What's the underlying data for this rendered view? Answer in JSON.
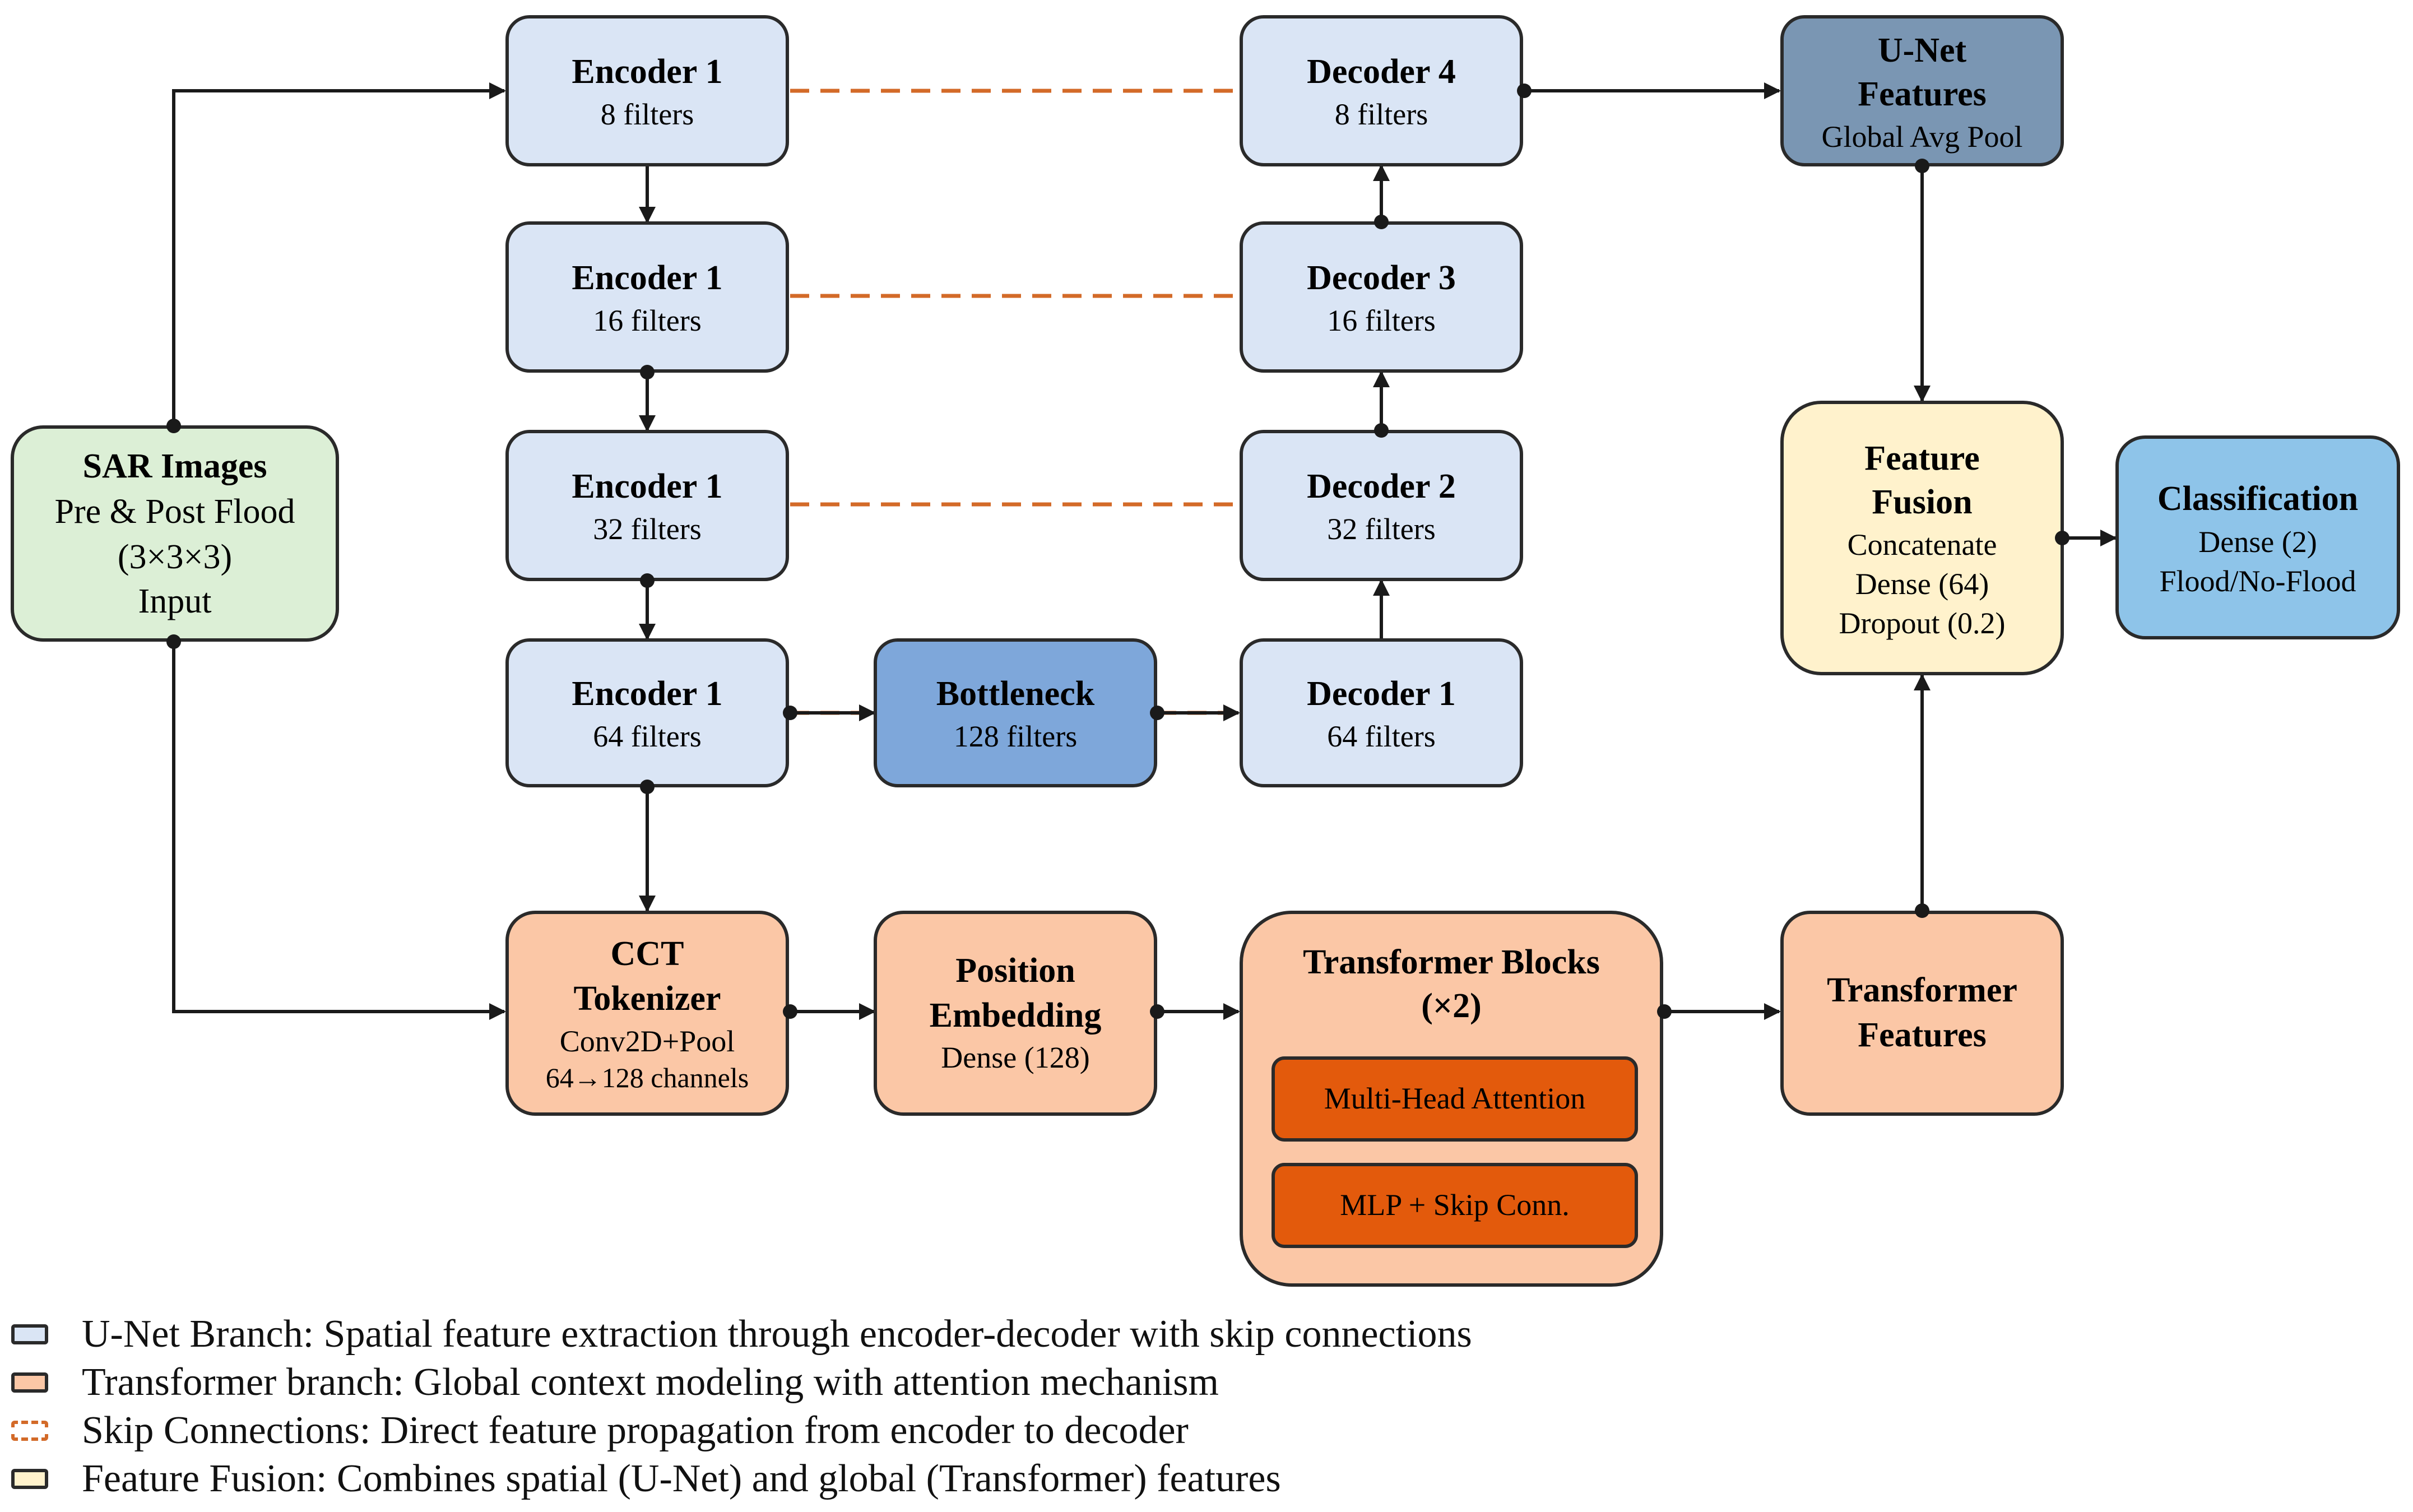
{
  "colors": {
    "unet": "#dae5f5",
    "unet_dark": "#7a96b3",
    "bottleneck": "#7ea7da",
    "transformer": "#fbc7a6",
    "transformer_inner": "#e35a0c",
    "input": "#dcefd6",
    "fusion": "#fff2cc",
    "classification": "#8ec4e9",
    "skip": "#d36a28",
    "stroke": "#2a2a2a"
  },
  "nodes": {
    "sar": {
      "title": "SAR Images",
      "lines": [
        "Pre & Post Flood",
        "(3×3×3)",
        "Input"
      ]
    },
    "enc1": {
      "title": "Encoder 1",
      "sub": "8 filters"
    },
    "enc2": {
      "title": "Encoder 1",
      "sub": "16 filters"
    },
    "enc3": {
      "title": "Encoder 1",
      "sub": "32 filters"
    },
    "enc4": {
      "title": "Encoder 1",
      "sub": "64 filters"
    },
    "bottleneck": {
      "title": "Bottleneck",
      "sub": "128 filters"
    },
    "dec4": {
      "title": "Decoder 4",
      "sub": "8 filters"
    },
    "dec3": {
      "title": "Decoder 3",
      "sub": "16 filters"
    },
    "dec2": {
      "title": "Decoder 2",
      "sub": "32 filters"
    },
    "dec1": {
      "title": "Decoder 1",
      "sub": "64 filters"
    },
    "unet_features": {
      "title_lines": [
        "U-Net",
        "Features"
      ],
      "sub": "Global Avg Pool"
    },
    "fusion": {
      "title_lines": [
        "Feature",
        "Fusion"
      ],
      "lines": [
        "Concatenate",
        "Dense (64)",
        "Dropout (0.2)"
      ]
    },
    "classification": {
      "title": "Classification",
      "lines": [
        "Dense (2)",
        "Flood/No-Flood"
      ]
    },
    "cct": {
      "title_lines": [
        "CCT",
        "Tokenizer"
      ],
      "lines": [
        "Conv2D+Pool",
        "64→128 channels"
      ]
    },
    "position": {
      "title_lines": [
        "Position",
        "Embedding"
      ],
      "sub": "Dense (128)"
    },
    "transformer_blocks": {
      "title_lines": [
        "Transformer Blocks",
        "(×2)"
      ],
      "inner": [
        "Multi-Head Attention",
        "MLP + Skip Conn."
      ]
    },
    "transformer_features": {
      "title_lines": [
        "Transformer",
        "Features"
      ]
    }
  },
  "legend": [
    {
      "icon": "unet-swatch",
      "text": "U-Net Branch: Spatial feature extraction through encoder-decoder with skip connections"
    },
    {
      "icon": "transformer-swatch",
      "text": "Transformer branch: Global context modeling with attention mechanism"
    },
    {
      "icon": "skip-swatch",
      "text": "Skip Connections: Direct feature propagation from encoder to decoder"
    },
    {
      "icon": "fusion-swatch",
      "text": "Feature Fusion: Combines spatial (U-Net) and global (Transformer) features"
    }
  ]
}
